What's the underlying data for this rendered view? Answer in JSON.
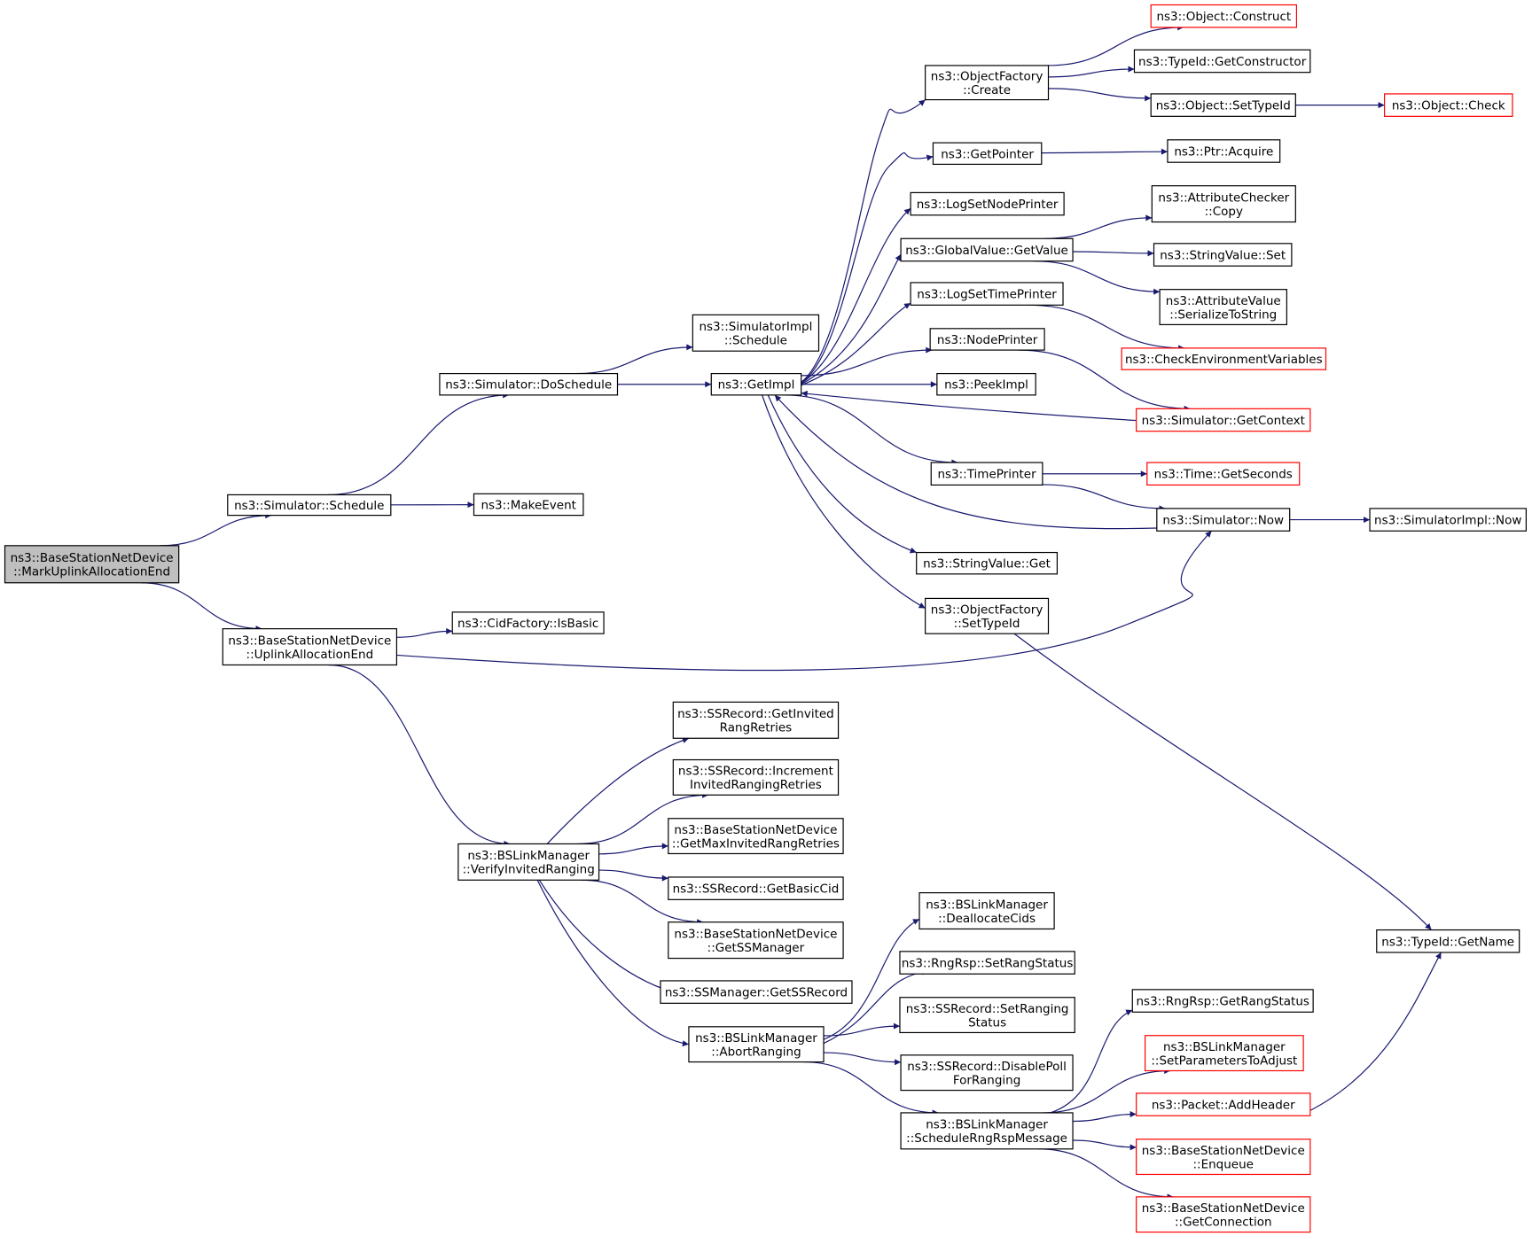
{
  "graph": {
    "type": "call-graph",
    "edge_color": "#191970",
    "root_fill": "#bfbfbf",
    "external_border_color": "#ff0000",
    "nodes": [
      {
        "id": "root",
        "lines": [
          "ns3::BaseStationNetDevice",
          "::MarkUplinkAllocationEnd"
        ],
        "style": "root"
      },
      {
        "id": "sim_schedule",
        "lines": [
          "ns3::Simulator::Schedule"
        ]
      },
      {
        "id": "sim_doschedule",
        "lines": [
          "ns3::Simulator::DoSchedule"
        ]
      },
      {
        "id": "simimpl_schedule",
        "lines": [
          "ns3::SimulatorImpl",
          "::Schedule"
        ]
      },
      {
        "id": "getimpl",
        "lines": [
          "ns3::GetImpl"
        ]
      },
      {
        "id": "makeevent",
        "lines": [
          "ns3::MakeEvent"
        ]
      },
      {
        "id": "uplinkend",
        "lines": [
          "ns3::BaseStationNetDevice",
          "::UplinkAllocationEnd"
        ]
      },
      {
        "id": "cid_isbasic",
        "lines": [
          "ns3::CidFactory::IsBasic"
        ]
      },
      {
        "id": "of_create",
        "lines": [
          "ns3::ObjectFactory",
          "::Create"
        ]
      },
      {
        "id": "obj_construct",
        "lines": [
          "ns3::Object::Construct"
        ],
        "style": "red"
      },
      {
        "id": "typeid_getctor",
        "lines": [
          "ns3::TypeId::GetConstructor"
        ]
      },
      {
        "id": "obj_settypeid",
        "lines": [
          "ns3::Object::SetTypeId"
        ]
      },
      {
        "id": "obj_check",
        "lines": [
          "ns3::Object::Check"
        ],
        "style": "red"
      },
      {
        "id": "getpointer",
        "lines": [
          "ns3::GetPointer"
        ]
      },
      {
        "id": "ptr_acquire",
        "lines": [
          "ns3::Ptr::Acquire"
        ]
      },
      {
        "id": "logsetnodeprinter",
        "lines": [
          "ns3::LogSetNodePrinter"
        ]
      },
      {
        "id": "gv_getvalue",
        "lines": [
          "ns3::GlobalValue::GetValue"
        ]
      },
      {
        "id": "attrchecker_copy",
        "lines": [
          "ns3::AttributeChecker",
          "::Copy"
        ]
      },
      {
        "id": "stringvalue_set",
        "lines": [
          "ns3::StringValue::Set"
        ]
      },
      {
        "id": "attrvalue_ser",
        "lines": [
          "ns3::AttributeValue",
          "::SerializeToString"
        ]
      },
      {
        "id": "logsettimeprinter",
        "lines": [
          "ns3::LogSetTimePrinter"
        ]
      },
      {
        "id": "checkenv",
        "lines": [
          "ns3::CheckEnvironmentVariables"
        ],
        "style": "red"
      },
      {
        "id": "nodeprinter",
        "lines": [
          "ns3::NodePrinter"
        ]
      },
      {
        "id": "peekimpl",
        "lines": [
          "ns3::PeekImpl"
        ]
      },
      {
        "id": "sim_getcontext",
        "lines": [
          "ns3::Simulator::GetContext"
        ],
        "style": "red"
      },
      {
        "id": "timeprinter",
        "lines": [
          "ns3::TimePrinter"
        ]
      },
      {
        "id": "time_getseconds",
        "lines": [
          "ns3::Time::GetSeconds"
        ],
        "style": "red"
      },
      {
        "id": "sim_now",
        "lines": [
          "ns3::Simulator::Now"
        ]
      },
      {
        "id": "simimpl_now",
        "lines": [
          "ns3::SimulatorImpl::Now"
        ]
      },
      {
        "id": "stringvalue_get",
        "lines": [
          "ns3::StringValue::Get"
        ]
      },
      {
        "id": "of_settypeid",
        "lines": [
          "ns3::ObjectFactory",
          "::SetTypeId"
        ]
      },
      {
        "id": "typeid_getname",
        "lines": [
          "ns3::TypeId::GetName"
        ]
      },
      {
        "id": "bslm_verify",
        "lines": [
          "ns3::BSLinkManager",
          "::VerifyInvitedRanging"
        ]
      },
      {
        "id": "ss_getinvited",
        "lines": [
          "ns3::SSRecord::GetInvited",
          "RangRetries"
        ]
      },
      {
        "id": "ss_increment",
        "lines": [
          "ns3::SSRecord::Increment",
          "InvitedRangingRetries"
        ]
      },
      {
        "id": "bsnd_getmax",
        "lines": [
          "ns3::BaseStationNetDevice",
          "::GetMaxInvitedRangRetries"
        ]
      },
      {
        "id": "ss_getbasiccid",
        "lines": [
          "ns3::SSRecord::GetBasicCid"
        ]
      },
      {
        "id": "bsnd_getssmanager",
        "lines": [
          "ns3::BaseStationNetDevice",
          "::GetSSManager"
        ]
      },
      {
        "id": "ssm_getssrecord",
        "lines": [
          "ns3::SSManager::GetSSRecord"
        ]
      },
      {
        "id": "bslm_abort",
        "lines": [
          "ns3::BSLinkManager",
          "::AbortRanging"
        ]
      },
      {
        "id": "bslm_dealloc",
        "lines": [
          "ns3::BSLinkManager",
          "::DeallocateCids"
        ]
      },
      {
        "id": "rngrsp_setstatus",
        "lines": [
          "ns3::RngRsp::SetRangStatus"
        ]
      },
      {
        "id": "ss_setranging",
        "lines": [
          "ns3::SSRecord::SetRanging",
          "Status"
        ]
      },
      {
        "id": "ss_disablepoll",
        "lines": [
          "ns3::SSRecord::DisablePoll",
          "ForRanging"
        ]
      },
      {
        "id": "bslm_schedrng",
        "lines": [
          "ns3::BSLinkManager",
          "::ScheduleRngRspMessage"
        ]
      },
      {
        "id": "rngrsp_getstatus",
        "lines": [
          "ns3::RngRsp::GetRangStatus"
        ]
      },
      {
        "id": "bslm_setparams",
        "lines": [
          "ns3::BSLinkManager",
          "::SetParametersToAdjust"
        ],
        "style": "red"
      },
      {
        "id": "packet_addheader",
        "lines": [
          "ns3::Packet::AddHeader"
        ],
        "style": "red"
      },
      {
        "id": "bsnd_enqueue",
        "lines": [
          "ns3::BaseStationNetDevice",
          "::Enqueue"
        ],
        "style": "red"
      },
      {
        "id": "bsnd_getconn",
        "lines": [
          "ns3::BaseStationNetDevice",
          "::GetConnection"
        ],
        "style": "red"
      }
    ],
    "edges": [
      [
        "root",
        "sim_schedule"
      ],
      [
        "root",
        "uplinkend"
      ],
      [
        "sim_schedule",
        "sim_doschedule"
      ],
      [
        "sim_schedule",
        "makeevent"
      ],
      [
        "sim_doschedule",
        "simimpl_schedule"
      ],
      [
        "sim_doschedule",
        "getimpl"
      ],
      [
        "getimpl",
        "of_create"
      ],
      [
        "getimpl",
        "getpointer"
      ],
      [
        "getimpl",
        "logsetnodeprinter"
      ],
      [
        "getimpl",
        "gv_getvalue"
      ],
      [
        "getimpl",
        "logsettimeprinter"
      ],
      [
        "getimpl",
        "nodeprinter"
      ],
      [
        "getimpl",
        "peekimpl"
      ],
      [
        "getimpl",
        "timeprinter"
      ],
      [
        "getimpl",
        "stringvalue_get"
      ],
      [
        "getimpl",
        "of_settypeid"
      ],
      [
        "of_create",
        "obj_construct"
      ],
      [
        "of_create",
        "typeid_getctor"
      ],
      [
        "of_create",
        "obj_settypeid"
      ],
      [
        "obj_settypeid",
        "obj_check"
      ],
      [
        "getpointer",
        "ptr_acquire"
      ],
      [
        "gv_getvalue",
        "attrchecker_copy"
      ],
      [
        "gv_getvalue",
        "stringvalue_set"
      ],
      [
        "gv_getvalue",
        "attrvalue_ser"
      ],
      [
        "logsettimeprinter",
        "checkenv"
      ],
      [
        "nodeprinter",
        "sim_getcontext"
      ],
      [
        "sim_getcontext",
        "getimpl"
      ],
      [
        "timeprinter",
        "time_getseconds"
      ],
      [
        "timeprinter",
        "sim_now"
      ],
      [
        "sim_now",
        "getimpl"
      ],
      [
        "sim_now",
        "simimpl_now"
      ],
      [
        "of_settypeid",
        "typeid_getname"
      ],
      [
        "uplinkend",
        "cid_isbasic"
      ],
      [
        "uplinkend",
        "sim_now"
      ],
      [
        "uplinkend",
        "bslm_verify"
      ],
      [
        "bslm_verify",
        "ss_getinvited"
      ],
      [
        "bslm_verify",
        "ss_increment"
      ],
      [
        "bslm_verify",
        "bsnd_getmax"
      ],
      [
        "bslm_verify",
        "ss_getbasiccid"
      ],
      [
        "bslm_verify",
        "bsnd_getssmanager"
      ],
      [
        "bslm_verify",
        "ssm_getssrecord"
      ],
      [
        "bslm_verify",
        "bslm_abort"
      ],
      [
        "bslm_abort",
        "bslm_dealloc"
      ],
      [
        "bslm_abort",
        "rngrsp_setstatus"
      ],
      [
        "bslm_abort",
        "ss_setranging"
      ],
      [
        "bslm_abort",
        "ss_disablepoll"
      ],
      [
        "bslm_abort",
        "bslm_schedrng"
      ],
      [
        "bslm_schedrng",
        "rngrsp_getstatus"
      ],
      [
        "bslm_schedrng",
        "bslm_setparams"
      ],
      [
        "bslm_schedrng",
        "packet_addheader"
      ],
      [
        "bslm_schedrng",
        "bsnd_enqueue"
      ],
      [
        "bslm_schedrng",
        "bsnd_getconn"
      ],
      [
        "packet_addheader",
        "typeid_getname"
      ]
    ]
  }
}
